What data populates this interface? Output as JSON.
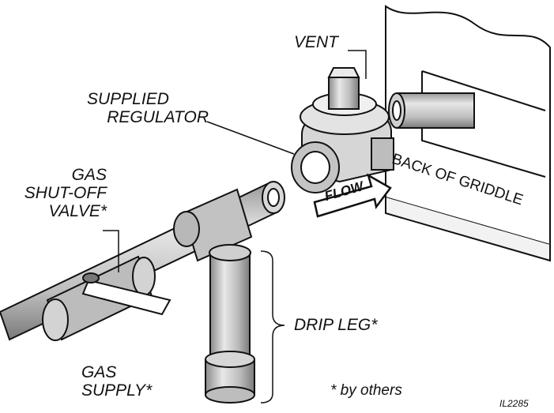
{
  "labels": {
    "vent": "VENT",
    "regulator_line1": "SUPPLIED",
    "regulator_line2": "REGULATOR",
    "valve_line1": "GAS",
    "valve_line2": "SHUT-OFF",
    "valve_line3": "VALVE*",
    "back_of_griddle": "BACK OF GRIDDLE",
    "flow": "FLOW",
    "drip_leg": "DRIP LEG*",
    "supply_line1": "GAS",
    "supply_line2": "SUPPLY*",
    "by_others": "* by others",
    "figure_id": "IL2285"
  },
  "colors": {
    "pipe": "#c8c8c8",
    "outline": "#111111",
    "background": "#ffffff"
  }
}
